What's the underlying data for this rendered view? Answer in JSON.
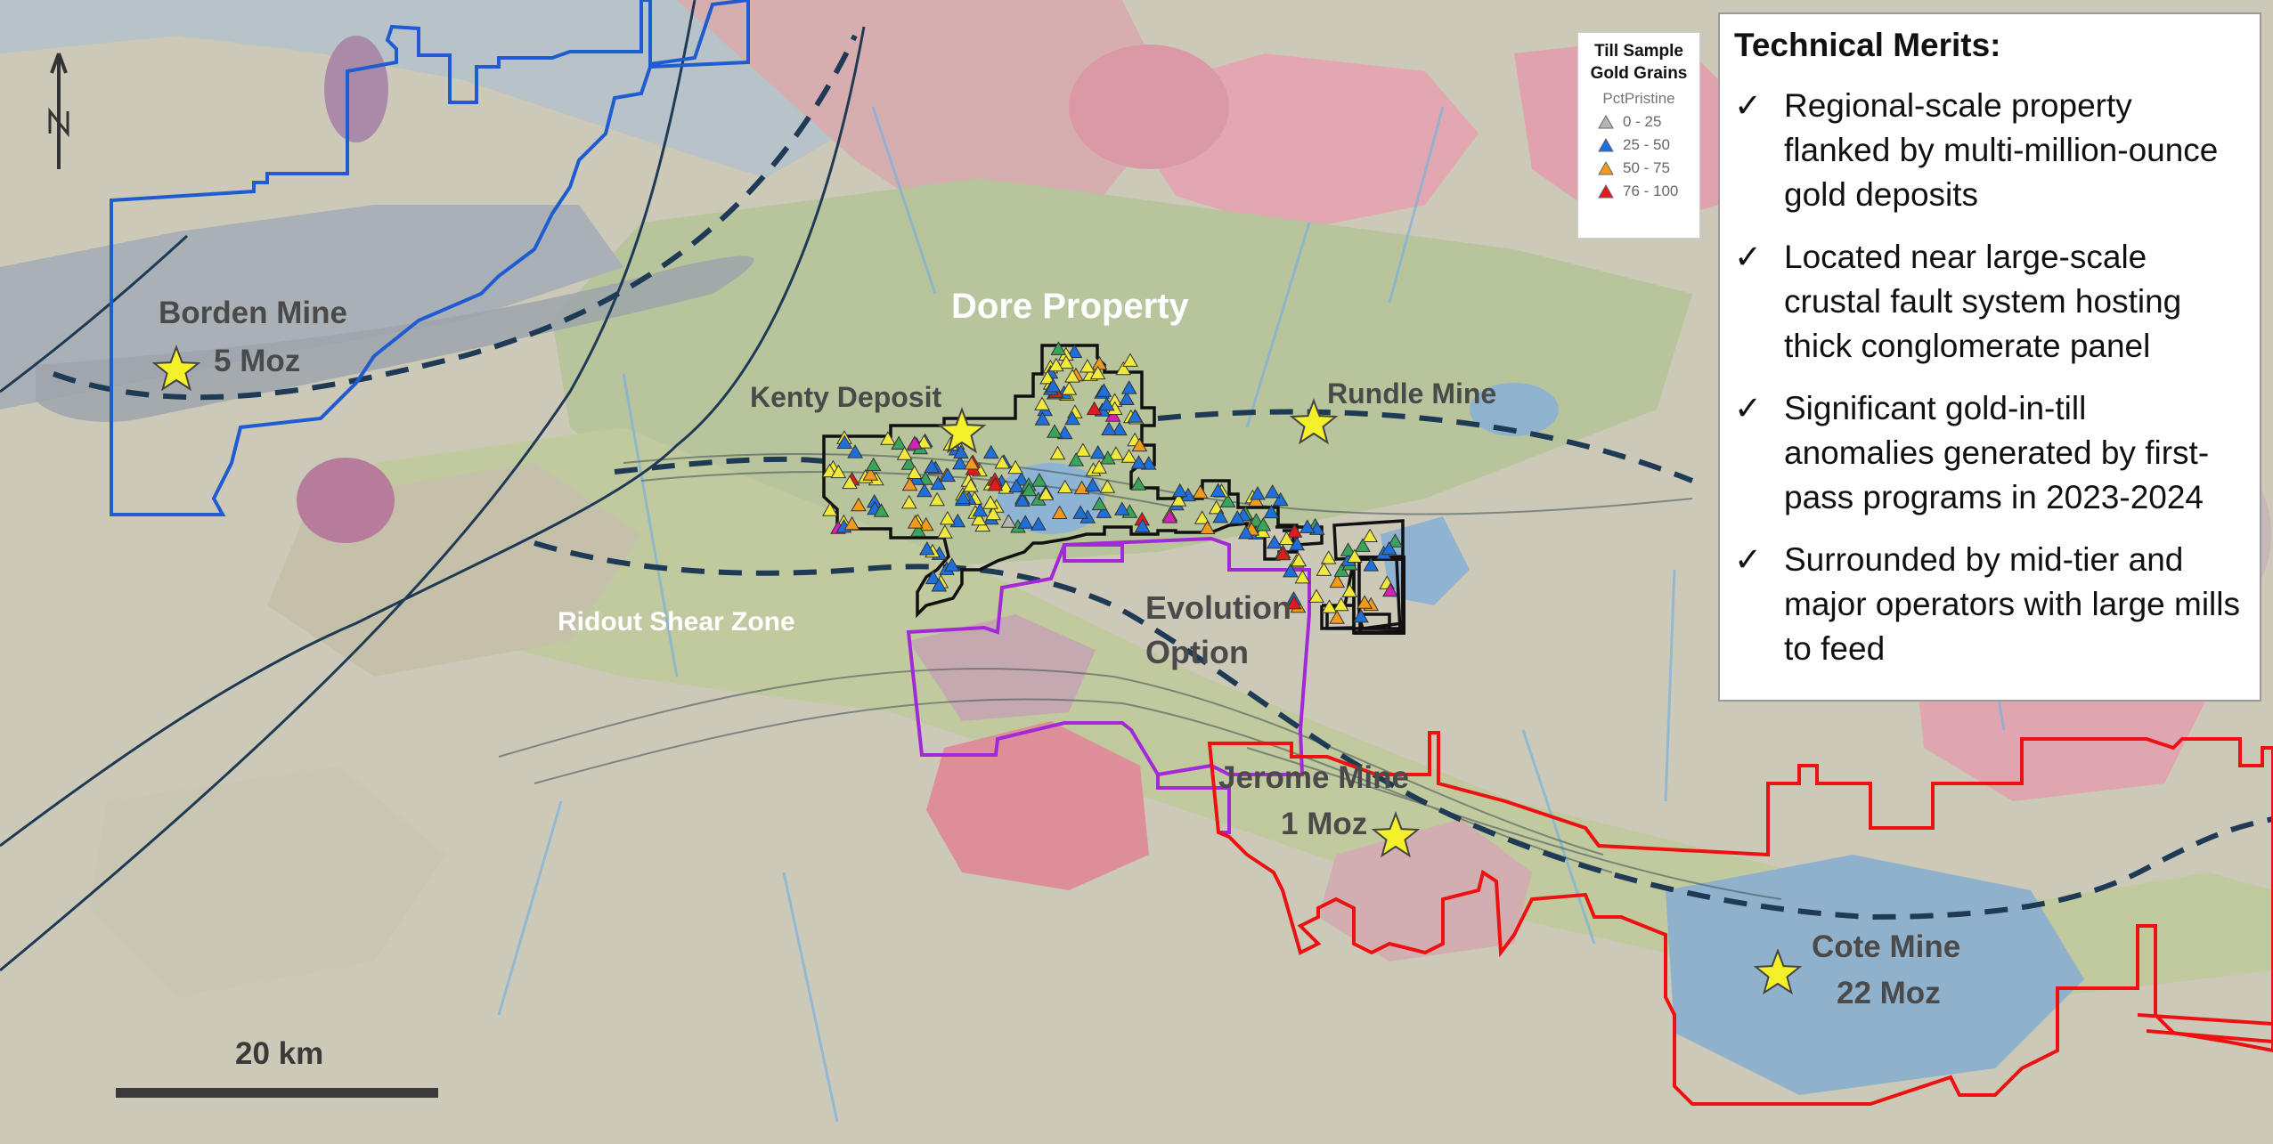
{
  "legend": {
    "title_line1": "Till Sample",
    "title_line2": "Gold Grains",
    "field": "PctPristine",
    "classes": [
      {
        "label": "0 - 25",
        "color": "#b5b5b5"
      },
      {
        "label": "25 - 50",
        "color": "#1e6fd9"
      },
      {
        "label": "50 - 75",
        "color": "#f29a1c"
      },
      {
        "label": "76 - 100",
        "color": "#e31a1c"
      }
    ]
  },
  "panel": {
    "title": "Technical Merits:",
    "check": "✓",
    "items": [
      "Regional-scale property flanked by multi-million-ounce gold deposits",
      "Located near large-scale crustal fault system hosting thick conglomerate panel",
      "Significant gold-in-till anomalies generated by first-pass programs in 2023-2024",
      "Surrounded by mid-tier and major operators with large mills to feed"
    ]
  },
  "labels": {
    "borden_name": "Borden Mine",
    "borden_size": "5 Moz",
    "dore": "Dore Property",
    "kenty": "Kenty Deposit",
    "rundle": "Rundle Mine",
    "ridout": "Ridout Shear Zone",
    "evolution1": "Evolution",
    "evolution2": "Option",
    "jerome_name": "Jerome Mine",
    "jerome_size": "1 Moz",
    "cote_name": "Cote Mine",
    "cote_size": "22 Moz",
    "scale": "20 km",
    "north": "N"
  },
  "colors": {
    "borden_boundary": "#1f5bd1",
    "evolution_boundary": "#a22ad6",
    "cote_boundary": "#ee1111",
    "dore_boundary": "#111111",
    "fault_dashed": "#1f3a55",
    "fault_solid": "#1f3a55",
    "star": "#f4f02a"
  },
  "map_icons": [
    "north-arrow-icon",
    "mine-star-icon",
    "sample-triangle-icon"
  ]
}
